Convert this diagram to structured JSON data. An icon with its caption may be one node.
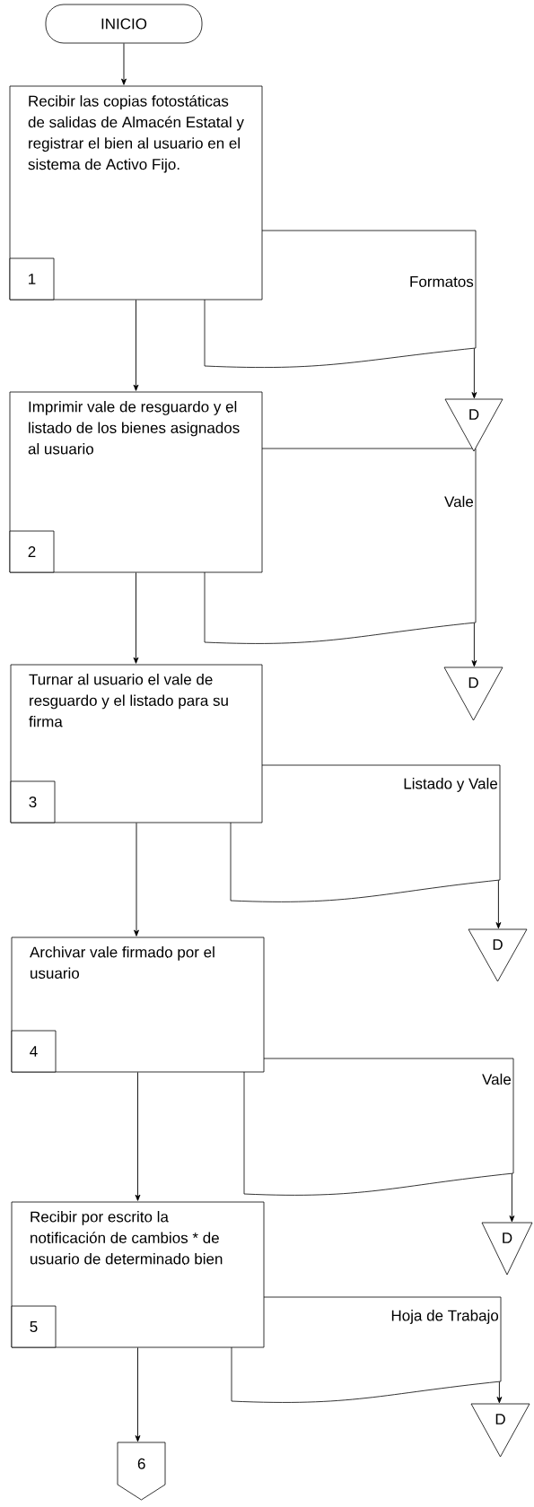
{
  "diagram": {
    "nodes": [
      {
        "text": [
          "INICIO"
        ]
      },
      {
        "text": [
          "Recibir las copias fotostáticas de salidas de Almacén Estatal y registrar el bien  al usuario en el sistema de Activo Fijo."
        ]
      },
      {
        "text": [
          "1"
        ],
        "in": 1
      },
      {
        "text": [
          "Formatos"
        ]
      },
      {
        "text": [
          "D"
        ]
      },
      {
        "text": [
          "Imprimir vale de resguardo y el listado de los bienes asignados al usuario"
        ]
      },
      {
        "text": [
          "2"
        ],
        "in": 5
      },
      {
        "text": [
          "Vale"
        ]
      },
      {
        "text": [
          "D"
        ]
      },
      {
        "text": [
          "Turnar al usuario el vale de resguardo y el listado para su firma"
        ]
      },
      {
        "text": [
          "3"
        ],
        "in": 9
      },
      {
        "text": [
          "Listado y Vale"
        ]
      },
      {
        "text": [
          "D"
        ]
      },
      {
        "text": [
          "Archivar vale firmado por el usuario"
        ]
      },
      {
        "text": [
          "4"
        ],
        "in": 13
      },
      {
        "text": [
          "Vale"
        ]
      },
      {
        "text": [
          "D"
        ]
      },
      {
        "text": [
          "Recibir por escrito la notificación de cambios * de usuario de determinado bien"
        ]
      },
      {
        "text": [
          "5"
        ],
        "in": 17
      },
      {
        "text": [
          "Hoja de Trabajo"
        ]
      },
      {
        "text": [
          "D"
        ]
      },
      {
        "text": [
          "6"
        ]
      }
    ],
    "edges": [
      {
        "from": 0,
        "to": 1,
        "arrow": "to"
      },
      {
        "from": 3,
        "to": 4,
        "arrow": "to"
      },
      {
        "from": 1,
        "to": 5,
        "arrow": "to"
      },
      {
        "from": 7,
        "to": 8,
        "arrow": "to"
      },
      {
        "from": 5,
        "to": 9,
        "arrow": "to"
      },
      {
        "from": 11,
        "to": 12,
        "arrow": "to"
      },
      {
        "from": 9,
        "to": 13,
        "arrow": "to"
      },
      {
        "from": 15,
        "to": 16,
        "arrow": "to"
      },
      {
        "from": 13,
        "to": 17,
        "arrow": "to"
      },
      {
        "from": 19,
        "to": 20,
        "arrow": "to"
      },
      {
        "from": 17,
        "to": 21,
        "arrow": "to"
      }
    ]
  }
}
